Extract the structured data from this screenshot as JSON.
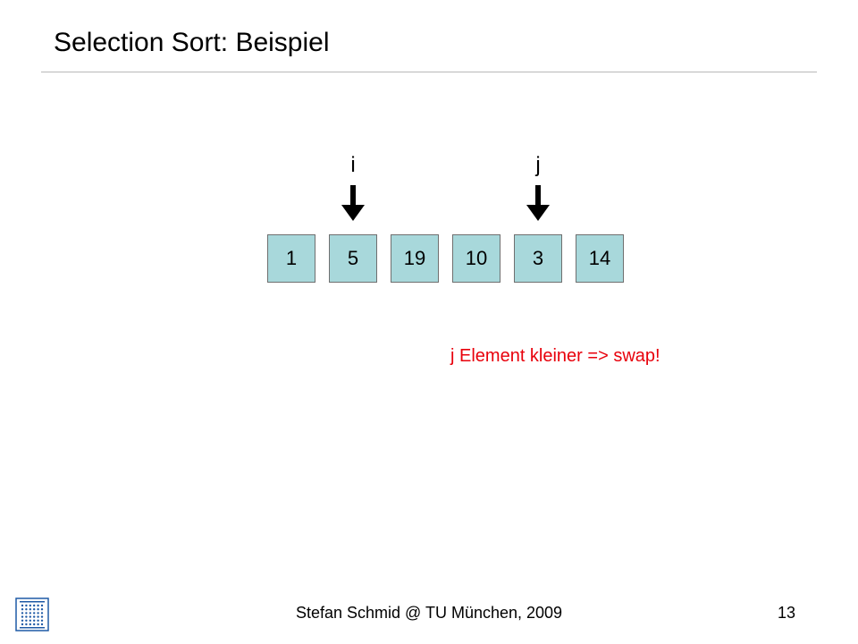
{
  "slide": {
    "title": "Selection Sort: Beispiel",
    "note": "j Element kleiner => swap!",
    "footer": "Stefan Schmid @ TU München, 2009",
    "page_number": "13"
  },
  "pointers": [
    {
      "label": "i",
      "index": 1
    },
    {
      "label": "j",
      "index": 4
    }
  ],
  "array": {
    "values": [
      "1",
      "5",
      "19",
      "10",
      "3",
      "14"
    ],
    "cell_color": "#a8d8db"
  },
  "colors": {
    "note": "#e8000b",
    "rule": "#b8b8b8"
  },
  "logo": {
    "icon": "tum-logo-icon"
  }
}
